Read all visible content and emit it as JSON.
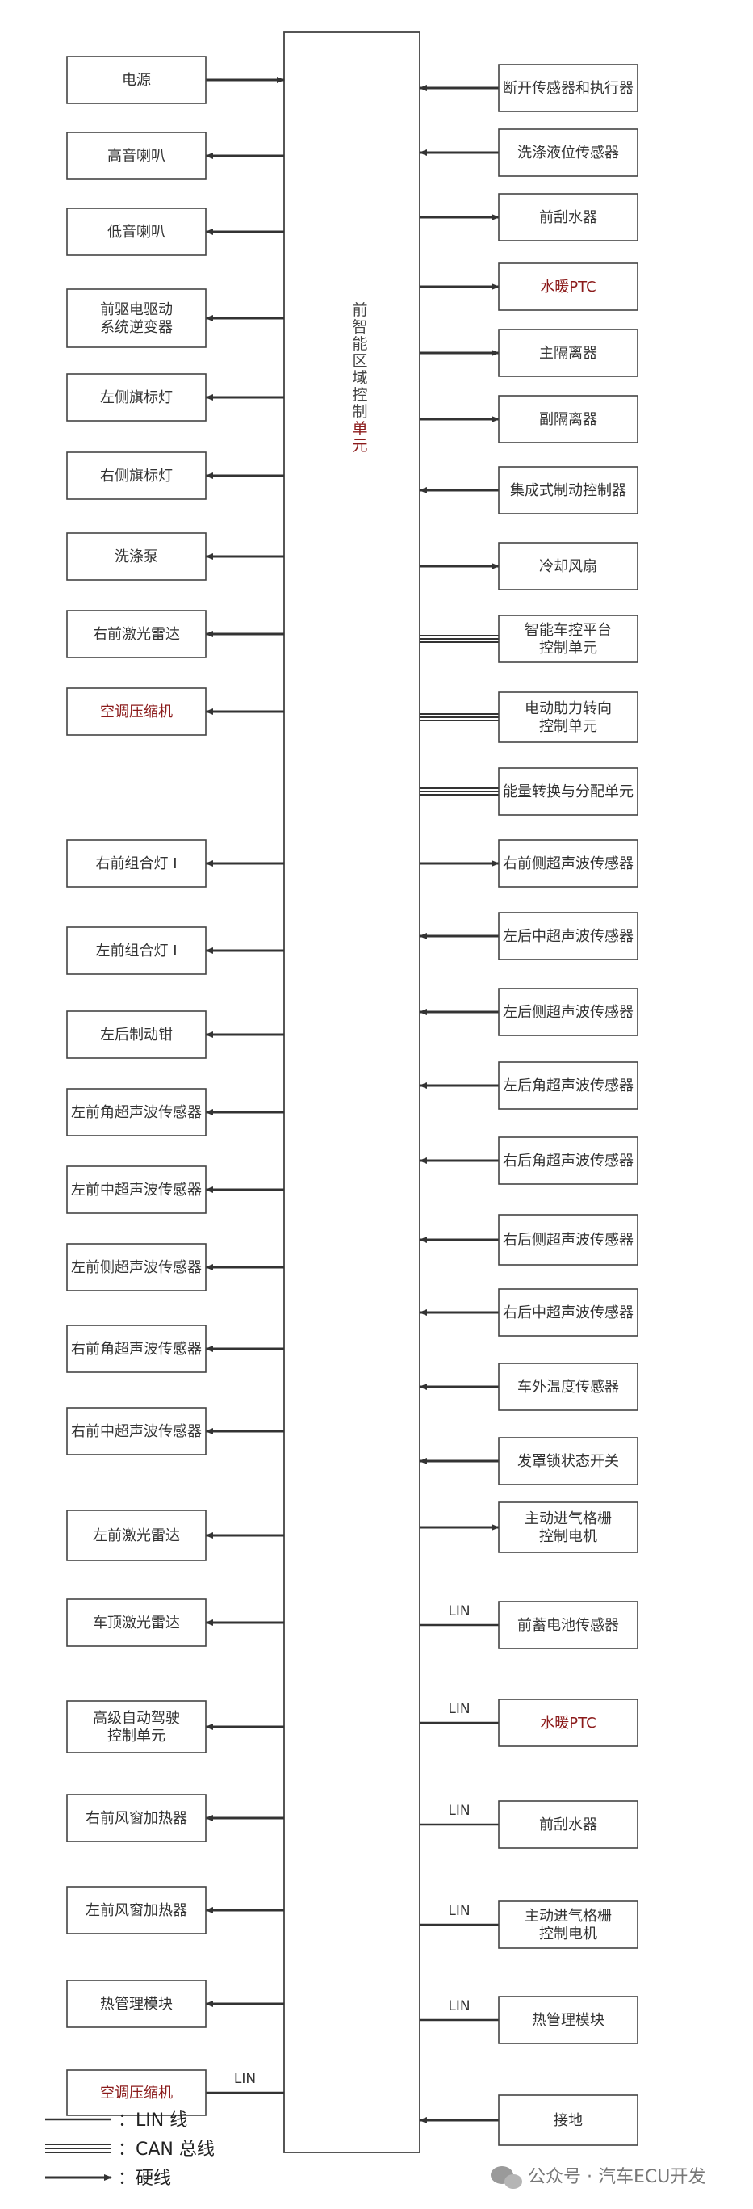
{
  "controller": {
    "chars": [
      "前",
      "智",
      "能",
      "区",
      "域",
      "控",
      "制",
      "单",
      "元"
    ]
  },
  "left": [
    {
      "id": "l1",
      "label": [
        "电源"
      ],
      "dir": "in",
      "link": "hw"
    },
    {
      "id": "l2",
      "label": [
        "高音喇叭"
      ],
      "dir": "out",
      "link": "hw"
    },
    {
      "id": "l3",
      "label": [
        "低音喇叭"
      ],
      "dir": "out",
      "link": "hw"
    },
    {
      "id": "l4",
      "label": [
        "前驱电驱动",
        "系统逆变器"
      ],
      "dir": "out",
      "link": "hw"
    },
    {
      "id": "l5",
      "label": [
        "左侧旗标灯"
      ],
      "dir": "out",
      "link": "hw"
    },
    {
      "id": "l6",
      "label": [
        "右侧旗标灯"
      ],
      "dir": "out",
      "link": "hw"
    },
    {
      "id": "l7",
      "label": [
        "洗涤泵"
      ],
      "dir": "out",
      "link": "hw"
    },
    {
      "id": "l8",
      "label": [
        "右前激光雷达"
      ],
      "dir": "out",
      "link": "hw"
    },
    {
      "id": "l9",
      "label": [
        "空调压缩机"
      ],
      "dir": "out",
      "link": "hw",
      "red": true
    },
    {
      "id": "l10",
      "label": [
        "右前组合灯 I"
      ],
      "dir": "out",
      "link": "hw"
    },
    {
      "id": "l11",
      "label": [
        "左前组合灯 I"
      ],
      "dir": "out",
      "link": "hw"
    },
    {
      "id": "l12",
      "label": [
        "左后制动钳"
      ],
      "dir": "out",
      "link": "hw"
    },
    {
      "id": "l13",
      "label": [
        "左前角超声波传感器"
      ],
      "dir": "out",
      "link": "hw"
    },
    {
      "id": "l14",
      "label": [
        "左前中超声波传感器"
      ],
      "dir": "out",
      "link": "hw"
    },
    {
      "id": "l15",
      "label": [
        "左前侧超声波传感器"
      ],
      "dir": "out",
      "link": "hw"
    },
    {
      "id": "l16",
      "label": [
        "右前角超声波传感器"
      ],
      "dir": "out",
      "link": "hw"
    },
    {
      "id": "l17",
      "label": [
        "右前中超声波传感器"
      ],
      "dir": "out",
      "link": "hw"
    },
    {
      "id": "l18",
      "label": [
        "左前激光雷达"
      ],
      "dir": "out",
      "link": "hw"
    },
    {
      "id": "l19",
      "label": [
        "车顶激光雷达"
      ],
      "dir": "out",
      "link": "hw"
    },
    {
      "id": "l20",
      "label": [
        "高级自动驾驶",
        "控制单元"
      ],
      "dir": "out",
      "link": "hw"
    },
    {
      "id": "l21",
      "label": [
        "右前风窗加热器"
      ],
      "dir": "out",
      "link": "hw"
    },
    {
      "id": "l22",
      "label": [
        "左前风窗加热器"
      ],
      "dir": "out",
      "link": "hw"
    },
    {
      "id": "l23",
      "label": [
        "热管理模块"
      ],
      "dir": "out",
      "link": "hw"
    },
    {
      "id": "l24",
      "label": [
        "空调压缩机"
      ],
      "dir": "none",
      "link": "lin",
      "tag": "LIN",
      "red": true
    }
  ],
  "right": [
    {
      "id": "r1",
      "label": [
        "断开传感器和执行器"
      ],
      "dir": "in",
      "link": "hw"
    },
    {
      "id": "r2",
      "label": [
        "洗涤液位传感器"
      ],
      "dir": "in",
      "link": "hw"
    },
    {
      "id": "r3",
      "label": [
        "前刮水器"
      ],
      "dir": "out",
      "link": "hw"
    },
    {
      "id": "r4",
      "label": [
        "水暖PTC"
      ],
      "dir": "out",
      "link": "hw",
      "red": true
    },
    {
      "id": "r5",
      "label": [
        "主隔离器"
      ],
      "dir": "out",
      "link": "hw"
    },
    {
      "id": "r6",
      "label": [
        "副隔离器"
      ],
      "dir": "out",
      "link": "hw"
    },
    {
      "id": "r7",
      "label": [
        "集成式制动控制器"
      ],
      "dir": "in",
      "link": "hw"
    },
    {
      "id": "r8",
      "label": [
        "冷却风扇"
      ],
      "dir": "out",
      "link": "hw"
    },
    {
      "id": "r9",
      "label": [
        "智能车控平台",
        "控制单元"
      ],
      "dir": "none",
      "link": "can"
    },
    {
      "id": "r10",
      "label": [
        "电动助力转向",
        "控制单元"
      ],
      "dir": "none",
      "link": "can"
    },
    {
      "id": "r11",
      "label": [
        "能量转换与分配单元"
      ],
      "dir": "none",
      "link": "can"
    },
    {
      "id": "r12",
      "label": [
        "右前侧超声波传感器"
      ],
      "dir": "out",
      "link": "hw"
    },
    {
      "id": "r13",
      "label": [
        "左后中超声波传感器"
      ],
      "dir": "in",
      "link": "hw"
    },
    {
      "id": "r14",
      "label": [
        "左后侧超声波传感器"
      ],
      "dir": "in",
      "link": "hw"
    },
    {
      "id": "r15",
      "label": [
        "左后角超声波传感器"
      ],
      "dir": "in",
      "link": "hw"
    },
    {
      "id": "r16",
      "label": [
        "右后角超声波传感器"
      ],
      "dir": "in",
      "link": "hw"
    },
    {
      "id": "r17",
      "label": [
        "右后侧超声波传感器"
      ],
      "dir": "in",
      "link": "hw"
    },
    {
      "id": "r18",
      "label": [
        "右后中超声波传感器"
      ],
      "dir": "in",
      "link": "hw"
    },
    {
      "id": "r19",
      "label": [
        "车外温度传感器"
      ],
      "dir": "in",
      "link": "hw"
    },
    {
      "id": "r20",
      "label": [
        "发罩锁状态开关"
      ],
      "dir": "in",
      "link": "hw"
    },
    {
      "id": "r21",
      "label": [
        "主动进气格栅",
        "控制电机"
      ],
      "dir": "out",
      "link": "hw"
    },
    {
      "id": "r22",
      "label": [
        "前蓄电池传感器"
      ],
      "dir": "none",
      "link": "lin",
      "tag": "LIN"
    },
    {
      "id": "r23",
      "label": [
        "水暖PTC"
      ],
      "dir": "none",
      "link": "lin",
      "tag": "LIN",
      "red": true
    },
    {
      "id": "r24",
      "label": [
        "前刮水器"
      ],
      "dir": "none",
      "link": "lin",
      "tag": "LIN"
    },
    {
      "id": "r25",
      "label": [
        "主动进气格栅",
        "控制电机"
      ],
      "dir": "none",
      "link": "lin",
      "tag": "LIN"
    },
    {
      "id": "r26",
      "label": [
        "热管理模块"
      ],
      "dir": "none",
      "link": "lin",
      "tag": "LIN"
    },
    {
      "id": "r27",
      "label": [
        "接地"
      ],
      "dir": "in",
      "link": "hw"
    }
  ],
  "legend": [
    {
      "style": "lin",
      "text": "：LIN 线"
    },
    {
      "style": "can",
      "text": "：CAN 总线"
    },
    {
      "style": "hw",
      "text": "：硬线"
    }
  ],
  "watermark": {
    "text": "公众号 · 汽车ECU开发"
  }
}
